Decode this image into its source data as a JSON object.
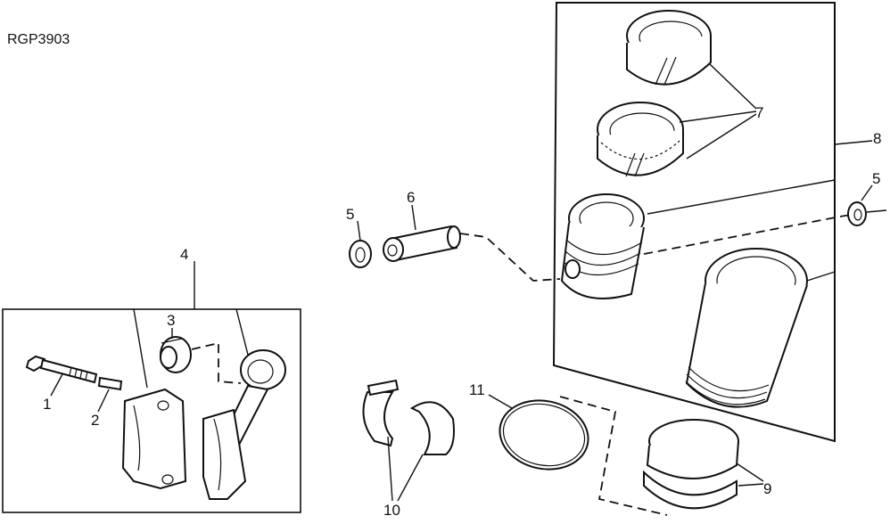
{
  "drawing": {
    "code": "RGP3903",
    "callouts": {
      "c1": "1",
      "c2": "2",
      "c3": "3",
      "c4": "4",
      "c5a": "5",
      "c5b": "5",
      "c6": "6",
      "c7": "7",
      "c8": "8",
      "c9": "9",
      "c10": "10",
      "c11": "11"
    }
  }
}
